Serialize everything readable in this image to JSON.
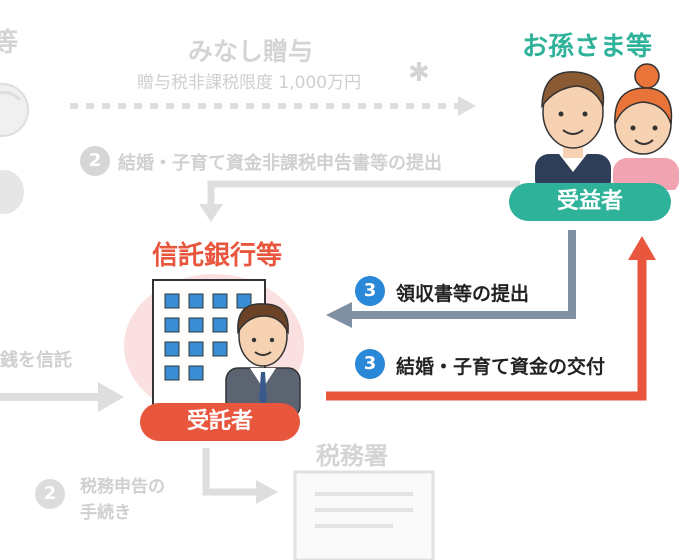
{
  "faded": {
    "left_edge_label": "等",
    "minashi_title": "みなし贈与",
    "tax_limit": "贈与税非課税限度 1,000万円",
    "asterisk": "✱",
    "step2_number": "2",
    "step2_label": "結婚・子育て資金非課税申告書等の提出",
    "trust_money": "銭を信託",
    "tax_office": "税務署",
    "step2b_number": "2",
    "step2b_line1": "税務申告の",
    "step2b_line2": "手続き"
  },
  "beneficiary": {
    "title": "お孫さま等",
    "pill": "受益者"
  },
  "trustee": {
    "title": "信託銀行等",
    "pill": "受託者"
  },
  "steps": {
    "receipt": {
      "number": "3",
      "label": "領収書等の提出"
    },
    "payment": {
      "number": "3",
      "label": "結婚・子育て資金の交付"
    }
  },
  "colors": {
    "teal": "#2fb29a",
    "red": "#e8563e",
    "slate": "#8090a3",
    "blue": "#2a88d8",
    "faded": "#d4d4d4"
  }
}
